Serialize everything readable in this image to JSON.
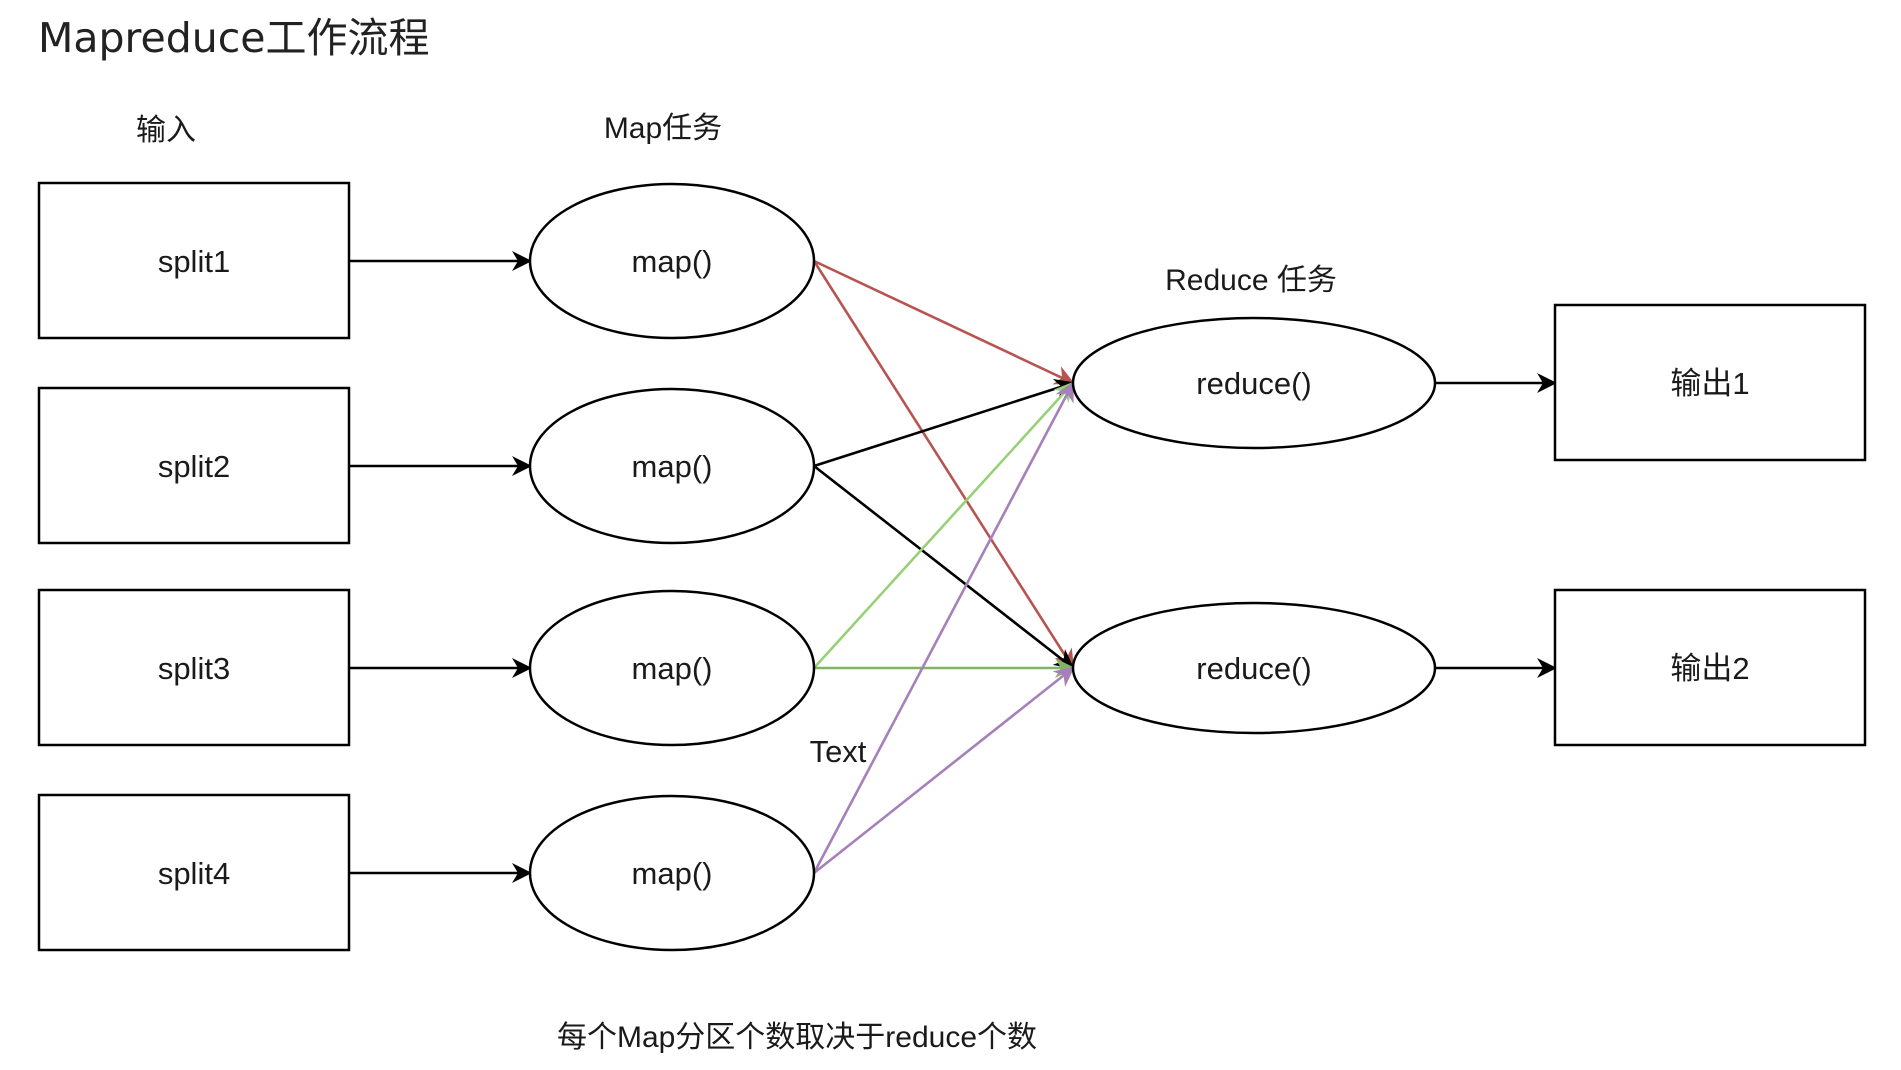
{
  "title": "Mapreduce工作流程",
  "column_labels": {
    "input": "输入",
    "map": "Map任务",
    "reduce": "Reduce 任务"
  },
  "inputs": [
    "split1",
    "split2",
    "split3",
    "split4"
  ],
  "maps": [
    "map()",
    "map()",
    "map()",
    "map()"
  ],
  "reduces": [
    "reduce()",
    "reduce()"
  ],
  "outputs": [
    "输出1",
    "输出2"
  ],
  "floating_label": "Text",
  "footnote": "每个Map分区个数取决于reduce个数",
  "edges": [
    {
      "from": "split1",
      "to": "map1",
      "color": "#000000"
    },
    {
      "from": "split2",
      "to": "map2",
      "color": "#000000"
    },
    {
      "from": "split3",
      "to": "map3",
      "color": "#000000"
    },
    {
      "from": "split4",
      "to": "map4",
      "color": "#000000"
    },
    {
      "from": "map1",
      "to": "reduce1",
      "color": "#b85450"
    },
    {
      "from": "map1",
      "to": "reduce2",
      "color": "#b85450"
    },
    {
      "from": "map2",
      "to": "reduce1",
      "color": "#000000"
    },
    {
      "from": "map2",
      "to": "reduce2",
      "color": "#000000"
    },
    {
      "from": "map3",
      "to": "reduce1",
      "color": "#97d077"
    },
    {
      "from": "map3",
      "to": "reduce2",
      "color": "#82b366"
    },
    {
      "from": "map4",
      "to": "reduce1",
      "color": "#a680b8"
    },
    {
      "from": "map4",
      "to": "reduce2",
      "color": "#a680b8"
    },
    {
      "from": "reduce1",
      "to": "output1",
      "color": "#000000"
    },
    {
      "from": "reduce2",
      "to": "output2",
      "color": "#000000"
    }
  ]
}
